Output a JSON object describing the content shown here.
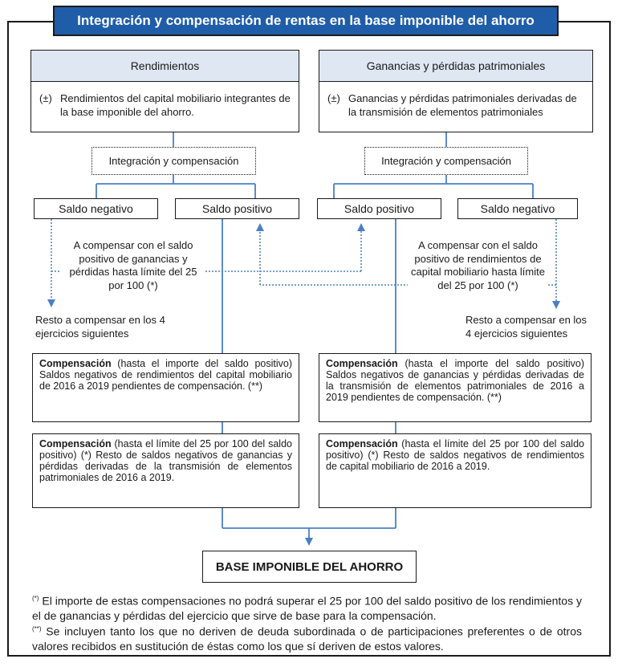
{
  "title": "Integración y compensación de rentas en la base imponible del ahorro",
  "left": {
    "header": "Rendimientos",
    "sign": "(±)",
    "description": "Rendimientos del capital mobiliario integrantes de la base imponible del ahorro.",
    "integration_label": "Integración y compensación",
    "saldo_negativo": "Saldo negativo",
    "saldo_positivo": "Saldo positivo",
    "compensate_note": "A compensar con el saldo positivo de ganancias y pérdidas hasta límite del 25 por 100 (*)",
    "remainder_note": "Resto a compensar en los 4 ejercicios siguientes",
    "comp1_title": "Compensación",
    "comp1_text": "(hasta el importe del saldo positivo) Saldos negativos de rendimientos del capital mobiliario de 2016 a 2019 pendientes de compensación. (**)",
    "comp2_title": "Compensación",
    "comp2_text": "(hasta el límite del 25 por 100 del saldo positivo) (*) Resto de saldos negativos de ganancias y pérdidas derivadas de la transmisión de elementos patrimoniales de 2016 a 2019."
  },
  "right": {
    "header": "Ganancias y pérdidas patrimoniales",
    "sign": "(±)",
    "description": "Ganancias y pérdidas patrimoniales derivadas de la transmisión de elementos patrimoniales",
    "integration_label": "Integración y compensación",
    "saldo_positivo": "Saldo positivo",
    "saldo_negativo": "Saldo negativo",
    "compensate_note": "A compensar con el saldo positivo de rendimientos de capital mobiliario hasta límite del 25 por 100 (*)",
    "remainder_note": "Resto a compensar en los 4 ejercicios siguientes",
    "comp1_title": "Compensación",
    "comp1_text": "(hasta el importe del saldo positivo) Saldos negativos de ganancias y pérdidas derivadas de la transmisión de elementos patrimoniales de 2016 a 2019 pendientes de compensación. (**)",
    "comp2_title": "Compensación",
    "comp2_text": "(hasta el límite del 25 por 100 del saldo positivo) (*) Resto de saldos negativos de rendimientos de capital mobiliario de 2016 a 2019."
  },
  "final_box": "BASE IMPONIBLE DEL AHORRO",
  "footnotes": {
    "n1_mark": "(*)",
    "n1_text": "El importe de estas compensaciones no podrá superar el 25 por 100 del saldo positivo de los rendimientos y el de ganancias y pérdidas del ejercicio que sirve de base para la compensación.",
    "n2_mark": "(**)",
    "n2_text": "Se incluyen tanto los que no deriven de deuda subordinada o de participaciones preferentes o de otros valores recibidos en sustitución de éstas como los que sí deriven de estos valores."
  },
  "colors": {
    "accent": "#1f5da8",
    "header_fill": "#dfe7f3",
    "line": "#4a7fc4"
  }
}
